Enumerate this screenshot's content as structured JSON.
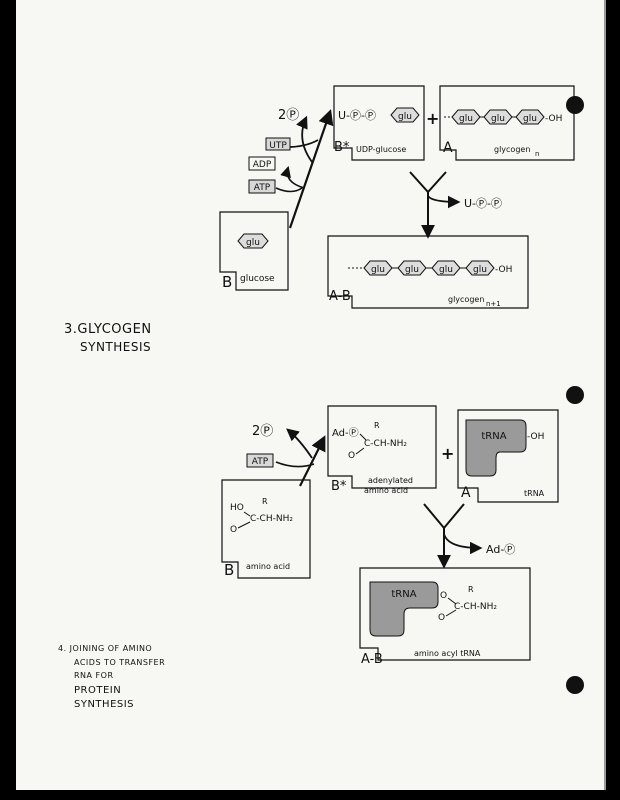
{
  "colors": {
    "background": "#000000",
    "paper": "#f7f7f4",
    "ink": "#111111",
    "trna_fill": "#9a9a9a"
  },
  "section3": {
    "label_line1": "3.GLYCOGEN",
    "label_line2": "SYNTHESIS",
    "phosphates_out": "2Ⓟ",
    "utp": "UTP",
    "adp": "ADP",
    "atp": "ATP",
    "glucose_monomer": "glu",
    "glucose_box_letter": "B",
    "glucose_box_label": "glucose",
    "udp_glucose_prefix": "U-Ⓟ-Ⓟ",
    "udp_glucose_letter": "B*",
    "udp_glucose_label": "UDP-glucose",
    "plus": "+",
    "glycogen_chain_end": "-OH",
    "glycogen_letter": "A",
    "glycogen_label": "glycogen",
    "glycogen_subscript": "n",
    "released": "U-Ⓟ-Ⓟ",
    "product_letter": "A-B",
    "product_label": "glycogen",
    "product_subscript": "n+1"
  },
  "section4": {
    "label_line1": "4. JOINING OF AMINO",
    "label_line2": "ACIDS TO TRANSFER",
    "label_line3": "RNA FOR",
    "label_line4": "PROTEIN",
    "label_line5": "SYNTHESIS",
    "phosphates_out": "2Ⓟ",
    "atp": "ATP",
    "amino_acid_ho": "HO",
    "amino_acid_r": "R",
    "amino_acid_backbone": "C-CH-NH₂",
    "amino_acid_o": "O",
    "amino_acid_letter": "B",
    "amino_acid_label": "amino acid",
    "adenylated_prefix": "Ad-Ⓟ",
    "adenylated_r": "R",
    "adenylated_backbone": "C-CH-NH₂",
    "adenylated_o": "O",
    "adenylated_letter": "B*",
    "adenylated_label_line1": "adenylated",
    "adenylated_label_line2": "amino acid",
    "plus": "+",
    "trna": "tRNA",
    "trna_oh": "-OH",
    "trna_letter": "A",
    "trna_label": "tRNA",
    "released": "Ad-Ⓟ",
    "product_trna": "tRNA",
    "product_o": "O",
    "product_r": "R",
    "product_backbone": "C-CH-NH₂",
    "product_o2": "O",
    "product_letter": "A-B",
    "product_label": "amino acyl tRNA"
  }
}
